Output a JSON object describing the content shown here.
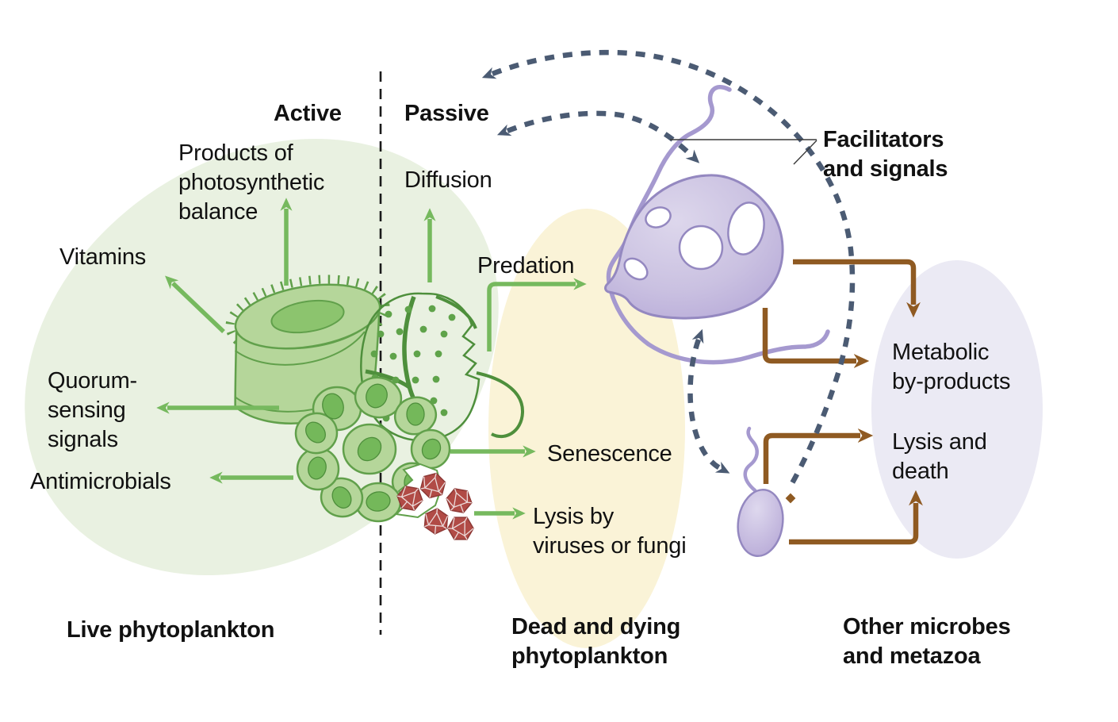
{
  "colors": {
    "c-bg": "#ffffff",
    "c-text": "#111111",
    "c-divider": "#1a1a1a",
    "c-blob-green": "#e9f1e1",
    "c-blob-yellow": "#faf3d7",
    "c-blob-lavender": "#ebeaf4",
    "c-green-arrow": "#76b95e",
    "c-green-fill": "#b5d69a",
    "c-green-mid": "#8cc46e",
    "c-green-outline": "#61a04b",
    "c-green-dark": "#4e8f3c",
    "c-green-dot": "#5fa34a",
    "c-green-nucleus": "#74b85a",
    "c-brown": "#8f5a22",
    "c-slate": "#4b5b73",
    "c-purple-outline": "#9488c0",
    "c-purple-fill": "#c9c0e0",
    "c-purple-flagellum": "#a599cf",
    "c-virus": "#b14b46",
    "c-virus-dark": "#8d3936"
  },
  "icons": {
    "diatom": "diatom-illustration",
    "dinoflagellate": "dinoflagellate-illustration",
    "colony": "algal-colony-illustration",
    "virus": "virus-icon",
    "protist": "predator-protist-illustration",
    "flagellate": "small-flagellate-illustration"
  },
  "labels": {
    "active": [
      "Active"
    ],
    "passive": [
      "Passive"
    ],
    "products": [
      "Products of",
      "photosynthetic",
      "balance"
    ],
    "vitamins": [
      "Vitamins"
    ],
    "diffusion": [
      "Diffusion"
    ],
    "predation": [
      "Predation"
    ],
    "quorum": [
      "Quorum-",
      "sensing",
      "signals"
    ],
    "antimicrobials": [
      "Antimicrobials"
    ],
    "senescence": [
      "Senescence"
    ],
    "lysis_viruses": [
      "Lysis by",
      "viruses or fungi"
    ],
    "live": [
      "Live phytoplankton"
    ],
    "dead": [
      "Dead and dying",
      "phytoplankton"
    ],
    "other": [
      "Other microbes",
      "and metazoa"
    ],
    "facilitators": [
      "Facilitators",
      "and signals"
    ],
    "metabolic": [
      "Metabolic",
      "by-products"
    ],
    "lysis_death": [
      "Lysis and",
      "death"
    ]
  }
}
